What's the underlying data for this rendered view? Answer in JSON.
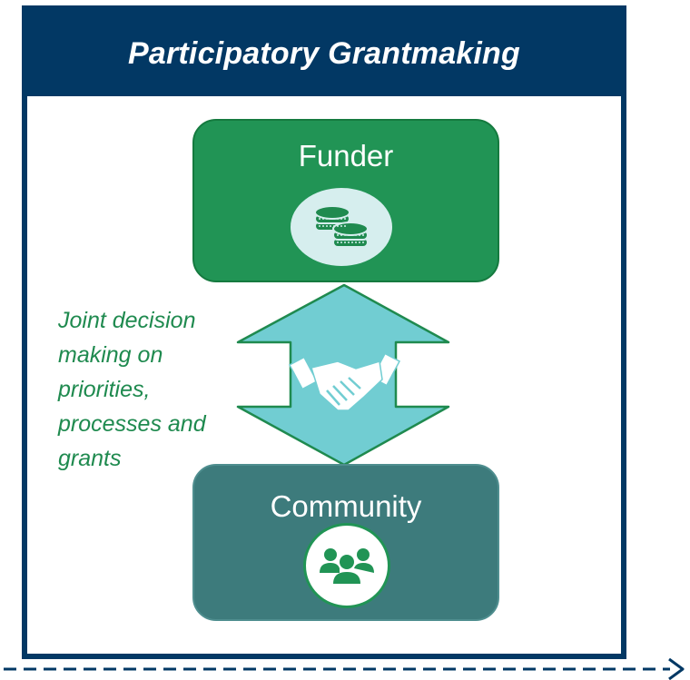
{
  "title": "Participatory Grantmaking",
  "funder": {
    "label": "Funder",
    "icon": "coins-icon"
  },
  "community": {
    "label": "Community",
    "icon": "people-group-icon"
  },
  "arrow": {
    "icon": "handshake-icon",
    "direction": "bidirectional"
  },
  "caption": [
    "Joint decision",
    "making on",
    "priorities,",
    "processes and",
    "grants"
  ],
  "colors": {
    "navy": "#023864",
    "green": "#219455",
    "teal": "#3d7b7c",
    "arrow_fill": "#71cdd2",
    "caption": "#1f8a4f"
  }
}
